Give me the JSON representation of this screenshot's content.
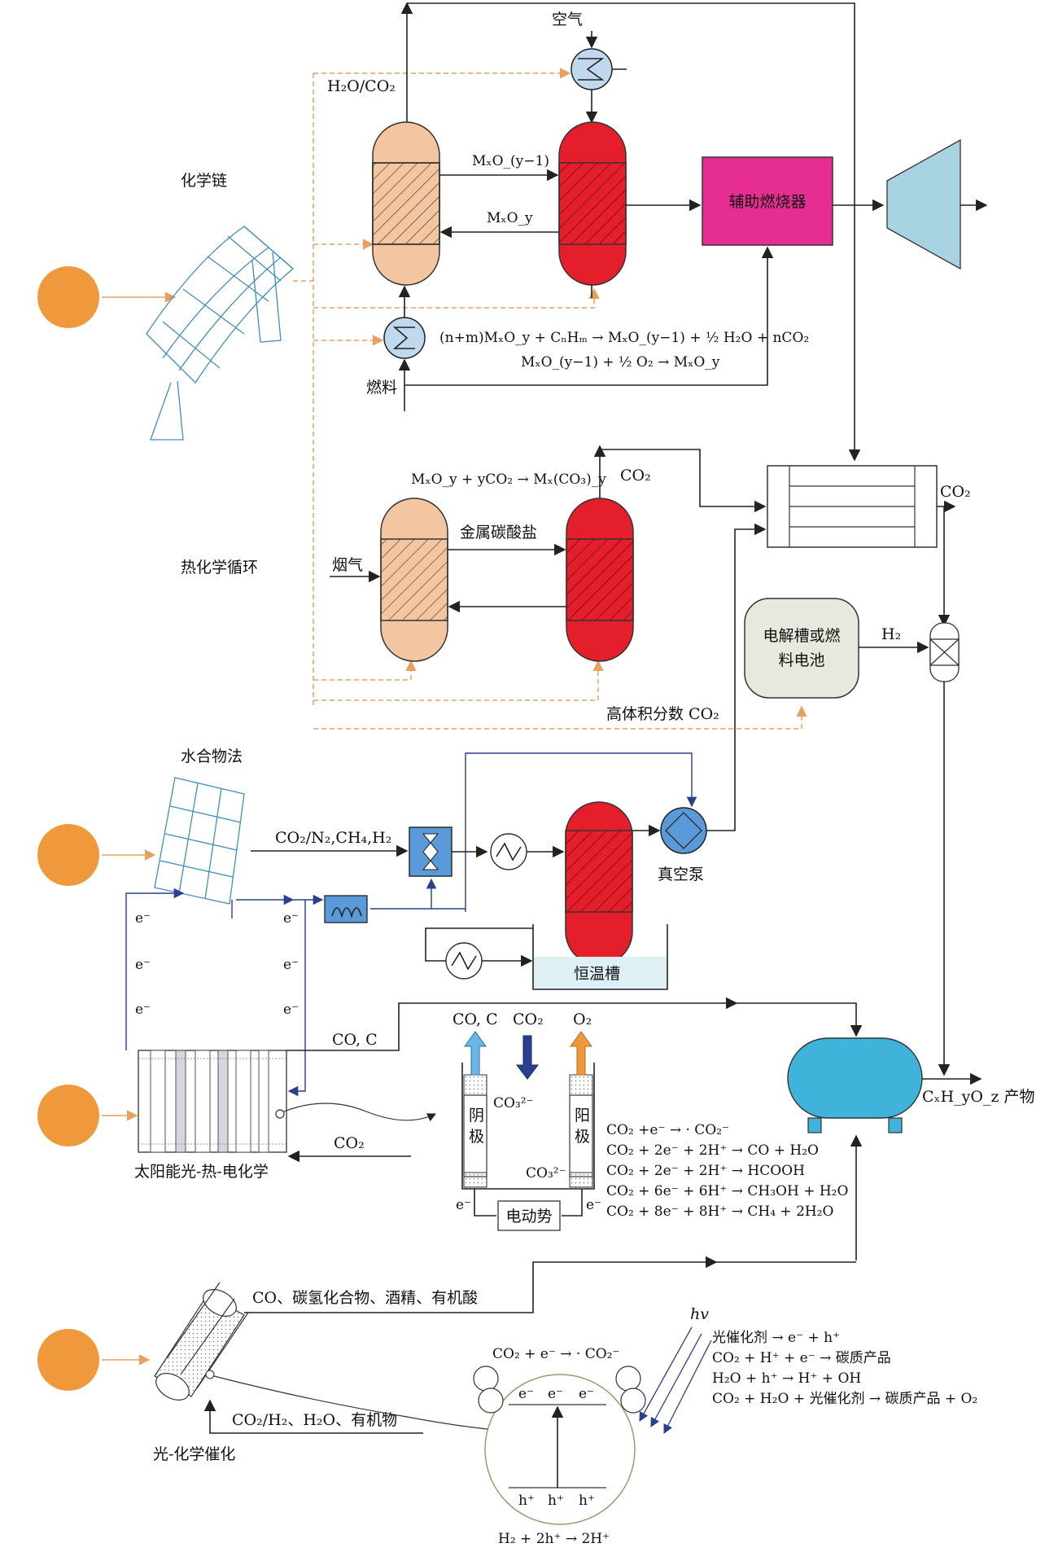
{
  "labels": {
    "air": "空气",
    "h2o_co2": "H₂O/CO₂",
    "chem_loop": "化学链",
    "mxoy1": "MₓO_(y−1)",
    "mxoy": "MₓO_y",
    "aux_burner": "辅助燃烧器",
    "eq_loop1": "(n+m)MₓO_y + CₙHₘ → MₓO_(y−1) + ½ H₂O + nCO₂",
    "eq_loop2": "MₓO_(y−1) + ½ O₂ → MₓO_y",
    "fuel": "燃料",
    "eq_carb": "MₓO_y + yCO₂ → Mₓ(CO₃)_y",
    "co2_a": "CO₂",
    "co2_b": "CO₂",
    "metal_carbonate": "金属碳酸盐",
    "flue_gas": "烟气",
    "thermo_cycle": "热化学循环",
    "electrolyzer": "电解槽或燃料电池",
    "h2": "H₂",
    "high_co2": "高体积分数 CO₂",
    "hydrate": "水合物法",
    "feed_gas": "CO₂/N₂,CH₄,H₂",
    "vacuum_pump": "真空泵",
    "thermostat": "恒温槽",
    "e_minus": "e⁻",
    "co_c": "CO, C",
    "co_c_top": "CO, C",
    "co2_top": "CO₂",
    "o2_top": "O₂",
    "co3_a": "CO₃²⁻",
    "co3_b": "CO₃²⁻",
    "cathode": "阴极",
    "anode": "阳极",
    "co2_in": "CO₂",
    "solar_pte": "太阳能光-热-电化学",
    "emf": "电动势",
    "product": "CₓH_yO_z 产物",
    "ec_eq": [
      "CO₂ +e⁻ → · CO₂⁻",
      "CO₂ + 2e⁻ + 2H⁺ → CO + H₂O",
      "CO₂ + 2e⁻ + 2H⁺ → HCOOH",
      "CO₂ + 6e⁻ + 6H⁺ → CH₃OH + H₂O",
      "CO₂ + 8e⁻ + 8H⁺ → CH₄ + 2H₂O"
    ],
    "photo_products": "CO、碳氢化合物、酒精、有机酸",
    "photo_feed": "CO₂/H₂、H₂O、有机物",
    "photo_cat": "光-化学催化",
    "pc_top_eq": "CO₂ + e⁻ → · CO₂⁻",
    "hv": "hv",
    "pc_eq": [
      "光催化剂 → e⁻ + h⁺",
      "CO₂ + H⁺ + e⁻ → 碳质产品",
      "H₂O + h⁺ → H⁺ + OH",
      "CO₂ + H₂O + 光催化剂 → 碳质产品 + O₂"
    ],
    "h_plus": "h⁺",
    "h2_eq": "H₂ + 2h⁺ → 2H⁺"
  },
  "colors": {
    "sun": "#f0993c",
    "collector": "#3f8fbf",
    "reactor_tan": "#f3c6a1",
    "reactor_red": "#e51e2b",
    "burner": "#e62e92",
    "turbine": "#a7d3e3",
    "exchanger": "#c1d9ee",
    "electrolyzer": "#e6eade",
    "tank": "#40b3db",
    "thermostat": "#dff0f4",
    "dashed": "#e7a060"
  }
}
